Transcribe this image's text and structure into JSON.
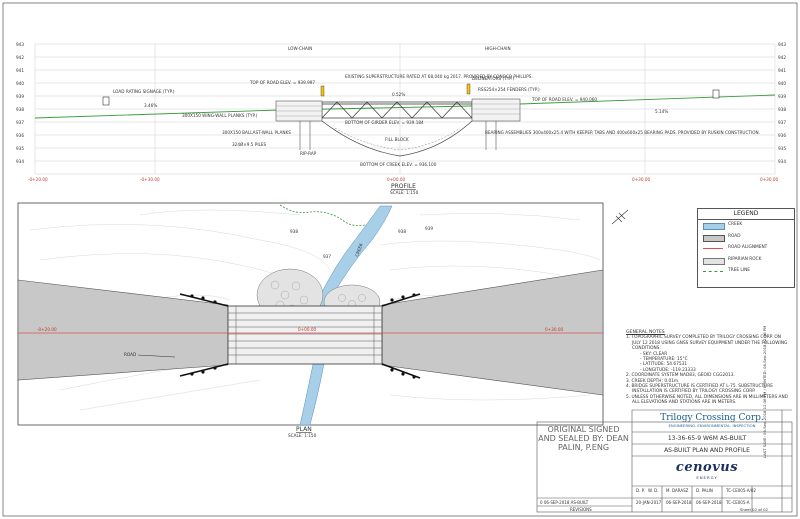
{
  "profile": {
    "elev_labels": [
      "943",
      "942",
      "941",
      "940",
      "939",
      "938",
      "937",
      "936",
      "935",
      "934"
    ],
    "left_section_label": "LOW-CHAIN",
    "right_section_label": "HIGH-CHAIN",
    "chainage_left": "-0+20.00",
    "chainage_mid_left": "-0+30.00",
    "chainage_mid": "0+00.00",
    "chainage_mid_right": "0+30.00",
    "chainage_right": "0+30.00",
    "slope_left": "3.46%",
    "slope_right": "5.14%",
    "crown_label": "0.52%",
    "title": "PROFILE",
    "scale": "SCALE: 1:150",
    "callouts": {
      "load_rating": "LOAD RATING SIGNAGE (TYP.)",
      "top_road_left": "TOP OF ROAD ELEV. = 939.997",
      "superstructure": "EXISTING SUPERSTRUCTURE RATED AT 68,040 kg 2017. PROVIDED BY CONOCO PHILLIPS.",
      "delineators": "DELINEATORS (TYP.)",
      "fenders": "RSS254×254 FENDERS (TYP.)",
      "top_road_right": "TOP OF ROAD ELEV. = 940.060",
      "wing_wall": "300X150 WING-WALL PLANKS (TYP.)",
      "ballast_wall": "300X150 BALLAST-WALL PLANKS",
      "piles": "324Ø×9.5 PILES",
      "riprap": "RIP-RAP",
      "girder": "BOTTOM OF GIRDER ELEV. = 939.184",
      "bearing": "BEARING ASSEMBLIES 300x400x25.4 WITH KEEPER TABS AND 400x600x25 BEARING PADS. PROVIDED BY RUSKIN CONSTRUCTION.",
      "creek_bottom": "BOTTOM OF CREEK ELEV. = 936.100",
      "fill": "FILL BLOCK"
    }
  },
  "plan": {
    "title": "PLAN",
    "scale": "SCALE: 1:150",
    "road_label": "ROAD",
    "creek_label": "CREEK",
    "chainage_left": "-0+20.00",
    "chainage_mid": "0+00.00",
    "chainage_right": "0+30.00",
    "contours": [
      "938",
      "937",
      "938",
      "939"
    ]
  },
  "legend": {
    "title": "LEGEND",
    "items": [
      {
        "label": "CREEK",
        "color": "#a8cfe8"
      },
      {
        "label": "ROAD",
        "color": "#c8c8c8"
      },
      {
        "label": "ROAD ALIGNMENT",
        "color": "#d9534f"
      },
      {
        "label": "RIPARIAN ROCK",
        "color": "#e0e0e0"
      },
      {
        "label": "TREE LINE",
        "color": "#3a9a3a"
      }
    ]
  },
  "notes": {
    "heading": "GENERAL NOTES",
    "items": [
      "1.  TOPOGRAPHIC SURVEY COMPLETED BY TRILOGY CROSSING CORP. ON JULY 12 2018 USING GNSS SURVEY EQUIPMENT UNDER THE FOLLOWING CONDITIONS:",
      "2.  COORDINATE SYSTEM NAD83, GEOID CGG2013.",
      "3.  CREEK DEPTH: 0.01m.",
      "4.  BRIDGE SUPERSTRUCTURE IS CERTIFIED AT L-75. SUBSTRUCTURE INSTALLATION IS CERTIFIED BY TRILOGY CROSSING CORP.",
      "5.  UNLESS OTHERWISE NOTED, ALL DIMENSIONS ARE IN MILLIMETERS AND ALL ELEVATIONS AND STATIONS ARE IN METERS."
    ],
    "conditions": [
      "- SKY: CLEAR",
      "- TEMPERATURE: 15°C",
      "- LATITUDE: 54.67531",
      "- LONGITUDE: -119.23333"
    ]
  },
  "seal": "ORIGINAL SIGNED AND SEALED BY: DEAN PALIN, P.ENG",
  "title_block": {
    "company": "Trilogy Crossing Corp.",
    "tagline": "ENGINEERING. ENVIRONMENTAL. INSPECTION",
    "location": "13-36-65-9 W6M AS-BUILT",
    "drawing_title": "AS-BUILT PLAN AND PROFILE",
    "client": "cenovus",
    "client_sub": "ENERGY",
    "revision_row": "0  06-SEP-2018  AS-BUILT",
    "revisions_label": "REVISIONS",
    "sign_row": [
      "D. P.",
      "W. D.",
      "M. DARASZ",
      "D. PALIN",
      "TC-CE005-A/02"
    ],
    "date_row": [
      "20-JAN-2017",
      "06-SEP-2018",
      "06-SEP-2018",
      "TC-CE005-A"
    ],
    "sheet": "Sheet 02 of 02",
    "side_text": "LAST SAVE: 06-Sep-2018 12:36 PM / PRINTED: 06-Sep-2018 12:36 PM"
  },
  "colors": {
    "road": "#c8c8c8",
    "creek": "#a8cfe8",
    "alignment": "#d9534f",
    "tree": "#3a9a3a",
    "grid": "#bbbbbb"
  }
}
